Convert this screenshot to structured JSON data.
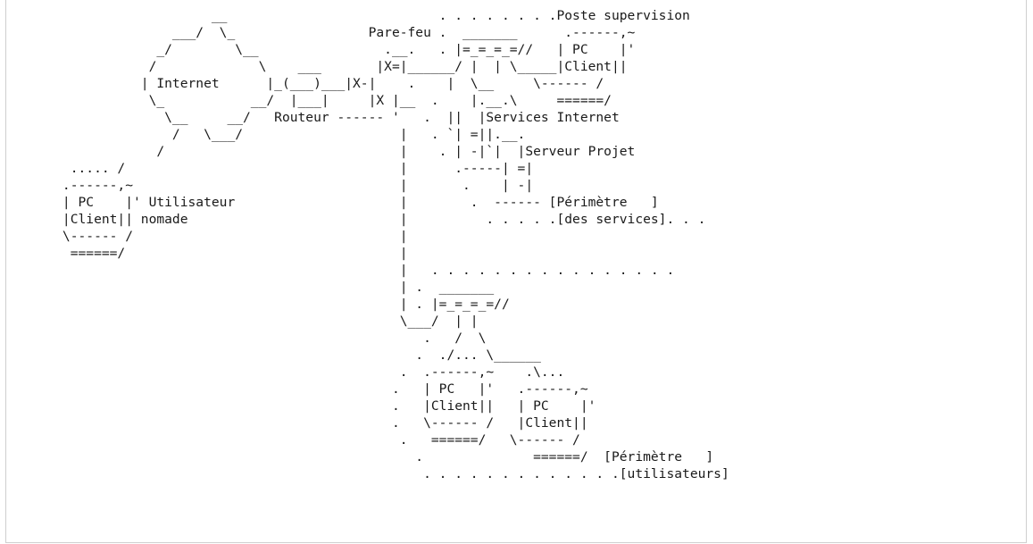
{
  "diagram": {
    "lines": [
      "                        __                           . . . . . . . .Poste supervision",
      "                   ___/  \\_                 Pare-feu .  _______      .------,~",
      "                 _/        \\__                .__.   . |=_=_=_=//   | PC    |'",
      "                /             \\    ___       |X=|______/ |  | \\_____|Client||",
      "               | Internet      |_(___)___|X-|    .    |  \\__     \\------ /",
      "                \\_           __/  |___|     |X |__  .    |.__.\\     ======/",
      "                  \\__     __/   Routeur ------ '   .  ||  |Services Internet",
      "                   /   \\___/                    |   . `| =||.__.",
      "                 /                              |    . | -|`|  |Serveur Projet",
      "      ..... /                                   |      .-----| =|",
      "     .------,~                                  |       .    | -|",
      "     | PC    |' Utilisateur                     |        .  ------ [Périmètre   ]",
      "     |Client|| nomade                           |          . . . . .[des services]. . .",
      "     \\------ /                                  |",
      "      ======/                                   |",
      "                                                |   . . . . . . . . . . . . . . . .",
      "                                                | .  _______",
      "                                                | . |=_=_=_=//",
      "                                                \\___/  | |",
      "                                                   .   /  \\",
      "                                                  .  ./... \\______",
      "                                                .  .------,~    .\\...",
      "                                               .   | PC   |'   .------,~",
      "                                               .   |Client||   | PC    |'",
      "                                               .   \\------ /   |Client||",
      "                                                .   ======/   \\------ /",
      "                                                  .              ======/  [Périmètre   ]",
      "                                                   . . . . . . . . . . . . .[utilisateurs]"
    ]
  }
}
